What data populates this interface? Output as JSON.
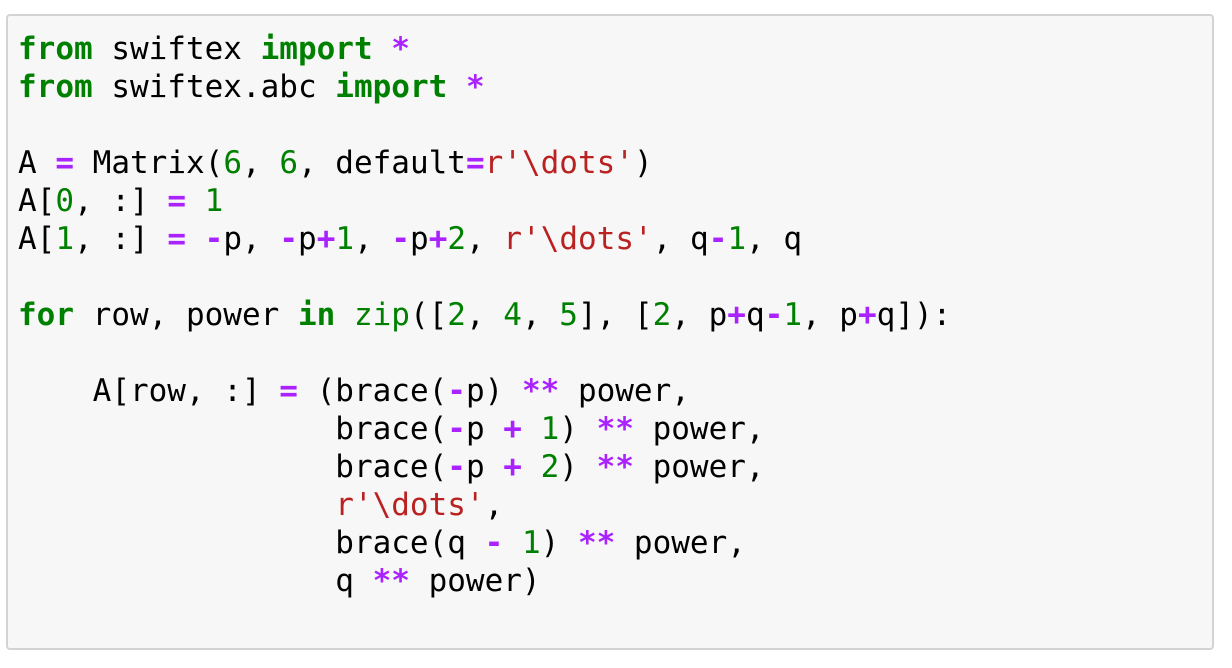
{
  "colors": {
    "keyword": "#008000",
    "operator": "#aa22ff",
    "number": "#008000",
    "string": "#ba2121",
    "builtin": "#008000",
    "text": "#000000",
    "cell_background": "#f7f7f7",
    "cell_border": "#d3d3d3"
  },
  "code": {
    "lines": [
      [
        {
          "t": "kw",
          "v": "from"
        },
        {
          "t": "nm",
          "v": " swiftex "
        },
        {
          "t": "kw",
          "v": "import"
        },
        {
          "t": "nm",
          "v": " "
        },
        {
          "t": "op",
          "v": "*"
        }
      ],
      [
        {
          "t": "kw",
          "v": "from"
        },
        {
          "t": "nm",
          "v": " swiftex.abc "
        },
        {
          "t": "kw",
          "v": "import"
        },
        {
          "t": "nm",
          "v": " "
        },
        {
          "t": "op",
          "v": "*"
        }
      ],
      [],
      [
        {
          "t": "nm",
          "v": "A "
        },
        {
          "t": "op",
          "v": "="
        },
        {
          "t": "nm",
          "v": " Matrix("
        },
        {
          "t": "num",
          "v": "6"
        },
        {
          "t": "nm",
          "v": ", "
        },
        {
          "t": "num",
          "v": "6"
        },
        {
          "t": "nm",
          "v": ", default"
        },
        {
          "t": "op",
          "v": "="
        },
        {
          "t": "str",
          "v": "r'\\dots'"
        },
        {
          "t": "nm",
          "v": ")"
        }
      ],
      [
        {
          "t": "nm",
          "v": "A["
        },
        {
          "t": "num",
          "v": "0"
        },
        {
          "t": "nm",
          "v": ", :] "
        },
        {
          "t": "op",
          "v": "="
        },
        {
          "t": "nm",
          "v": " "
        },
        {
          "t": "num",
          "v": "1"
        }
      ],
      [
        {
          "t": "nm",
          "v": "A["
        },
        {
          "t": "num",
          "v": "1"
        },
        {
          "t": "nm",
          "v": ", :] "
        },
        {
          "t": "op",
          "v": "="
        },
        {
          "t": "nm",
          "v": " "
        },
        {
          "t": "op",
          "v": "-"
        },
        {
          "t": "nm",
          "v": "p, "
        },
        {
          "t": "op",
          "v": "-"
        },
        {
          "t": "nm",
          "v": "p"
        },
        {
          "t": "op",
          "v": "+"
        },
        {
          "t": "num",
          "v": "1"
        },
        {
          "t": "nm",
          "v": ", "
        },
        {
          "t": "op",
          "v": "-"
        },
        {
          "t": "nm",
          "v": "p"
        },
        {
          "t": "op",
          "v": "+"
        },
        {
          "t": "num",
          "v": "2"
        },
        {
          "t": "nm",
          "v": ", "
        },
        {
          "t": "str",
          "v": "r'\\dots'"
        },
        {
          "t": "nm",
          "v": ", q"
        },
        {
          "t": "op",
          "v": "-"
        },
        {
          "t": "num",
          "v": "1"
        },
        {
          "t": "nm",
          "v": ", q"
        }
      ],
      [],
      [
        {
          "t": "kw",
          "v": "for"
        },
        {
          "t": "nm",
          "v": " row, power "
        },
        {
          "t": "kw",
          "v": "in"
        },
        {
          "t": "nm",
          "v": " "
        },
        {
          "t": "bi",
          "v": "zip"
        },
        {
          "t": "nm",
          "v": "(["
        },
        {
          "t": "num",
          "v": "2"
        },
        {
          "t": "nm",
          "v": ", "
        },
        {
          "t": "num",
          "v": "4"
        },
        {
          "t": "nm",
          "v": ", "
        },
        {
          "t": "num",
          "v": "5"
        },
        {
          "t": "nm",
          "v": "], ["
        },
        {
          "t": "num",
          "v": "2"
        },
        {
          "t": "nm",
          "v": ", p"
        },
        {
          "t": "op",
          "v": "+"
        },
        {
          "t": "nm",
          "v": "q"
        },
        {
          "t": "op",
          "v": "-"
        },
        {
          "t": "num",
          "v": "1"
        },
        {
          "t": "nm",
          "v": ", p"
        },
        {
          "t": "op",
          "v": "+"
        },
        {
          "t": "nm",
          "v": "q]):"
        }
      ],
      [],
      [
        {
          "t": "nm",
          "v": "    A[row, :] "
        },
        {
          "t": "op",
          "v": "="
        },
        {
          "t": "nm",
          "v": " (brace("
        },
        {
          "t": "op",
          "v": "-"
        },
        {
          "t": "nm",
          "v": "p) "
        },
        {
          "t": "op",
          "v": "**"
        },
        {
          "t": "nm",
          "v": " power,"
        }
      ],
      [
        {
          "t": "nm",
          "v": "                 brace("
        },
        {
          "t": "op",
          "v": "-"
        },
        {
          "t": "nm",
          "v": "p "
        },
        {
          "t": "op",
          "v": "+"
        },
        {
          "t": "nm",
          "v": " "
        },
        {
          "t": "num",
          "v": "1"
        },
        {
          "t": "nm",
          "v": ") "
        },
        {
          "t": "op",
          "v": "**"
        },
        {
          "t": "nm",
          "v": " power,"
        }
      ],
      [
        {
          "t": "nm",
          "v": "                 brace("
        },
        {
          "t": "op",
          "v": "-"
        },
        {
          "t": "nm",
          "v": "p "
        },
        {
          "t": "op",
          "v": "+"
        },
        {
          "t": "nm",
          "v": " "
        },
        {
          "t": "num",
          "v": "2"
        },
        {
          "t": "nm",
          "v": ") "
        },
        {
          "t": "op",
          "v": "**"
        },
        {
          "t": "nm",
          "v": " power,"
        }
      ],
      [
        {
          "t": "nm",
          "v": "                 "
        },
        {
          "t": "str",
          "v": "r'\\dots'"
        },
        {
          "t": "nm",
          "v": ","
        }
      ],
      [
        {
          "t": "nm",
          "v": "                 brace(q "
        },
        {
          "t": "op",
          "v": "-"
        },
        {
          "t": "nm",
          "v": " "
        },
        {
          "t": "num",
          "v": "1"
        },
        {
          "t": "nm",
          "v": ") "
        },
        {
          "t": "op",
          "v": "**"
        },
        {
          "t": "nm",
          "v": " power,"
        }
      ],
      [
        {
          "t": "nm",
          "v": "                 q "
        },
        {
          "t": "op",
          "v": "**"
        },
        {
          "t": "nm",
          "v": " power)"
        }
      ]
    ]
  }
}
